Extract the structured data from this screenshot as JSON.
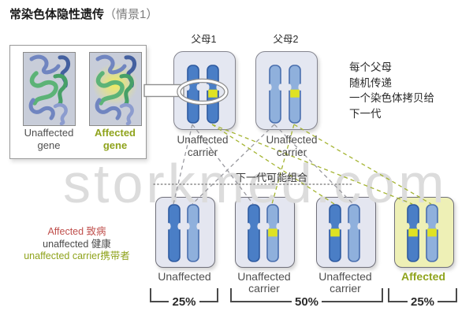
{
  "title": {
    "main": "常染色体隐性遗传",
    "paren": "（情景1）"
  },
  "watermark": "storkmed.com",
  "gene_box": {
    "unaffected_label": "Unaffected gene",
    "affected_label": "Affected gene"
  },
  "right_note": {
    "lines": [
      "每个父母",
      "随机传递",
      "一个染色体拷贝给",
      "下一代"
    ]
  },
  "next_gen_label": "下一代可能组合",
  "legend": {
    "affected": "Affected 致病",
    "unaffected": "unaffected 健康",
    "carrier": "unaffected carrier携带者"
  },
  "parents": [
    {
      "name": "父母1",
      "label_line1": "Unaffected",
      "label_line2": "carrier",
      "chrom_shade": "dark",
      "band_on": "right"
    },
    {
      "name": "父母2",
      "label_line1": "Unaffected",
      "label_line2": "carrier",
      "chrom_shade": "light",
      "band_on": "right"
    }
  ],
  "children": [
    {
      "label_line1": "Unaffected",
      "label_line2": "",
      "bands": {
        "left": false,
        "right": false
      },
      "affected": false
    },
    {
      "label_line1": "Unaffected",
      "label_line2": "carrier",
      "bands": {
        "left": false,
        "right": true
      },
      "affected": false
    },
    {
      "label_line1": "Unaffected",
      "label_line2": "carrier",
      "bands": {
        "left": true,
        "right": false
      },
      "affected": false
    },
    {
      "label_line1": "Affected",
      "label_line2": "",
      "bands": {
        "left": true,
        "right": true
      },
      "affected": true
    }
  ],
  "percentages": [
    {
      "value": "25%"
    },
    {
      "value": "50%"
    },
    {
      "value": "25%"
    }
  ],
  "colors": {
    "chrom_dark": "#4a7ec6",
    "chrom_dark_stroke": "#2e5aa0",
    "chrom_light": "#8fb0dc",
    "chrom_light_stroke": "#4a6fae",
    "band": "#dfe223",
    "box_fill": "#e4e6f0",
    "box_fill_affected": "#eef0b6",
    "dash_gray": "#9a9aa0",
    "dash_olive": "#a4b431",
    "affected_text": "#8fa31c",
    "red_text": "#c0504d",
    "unaffected_text": "#4a4a4a",
    "watermark_gray": "#dcdcdc"
  }
}
